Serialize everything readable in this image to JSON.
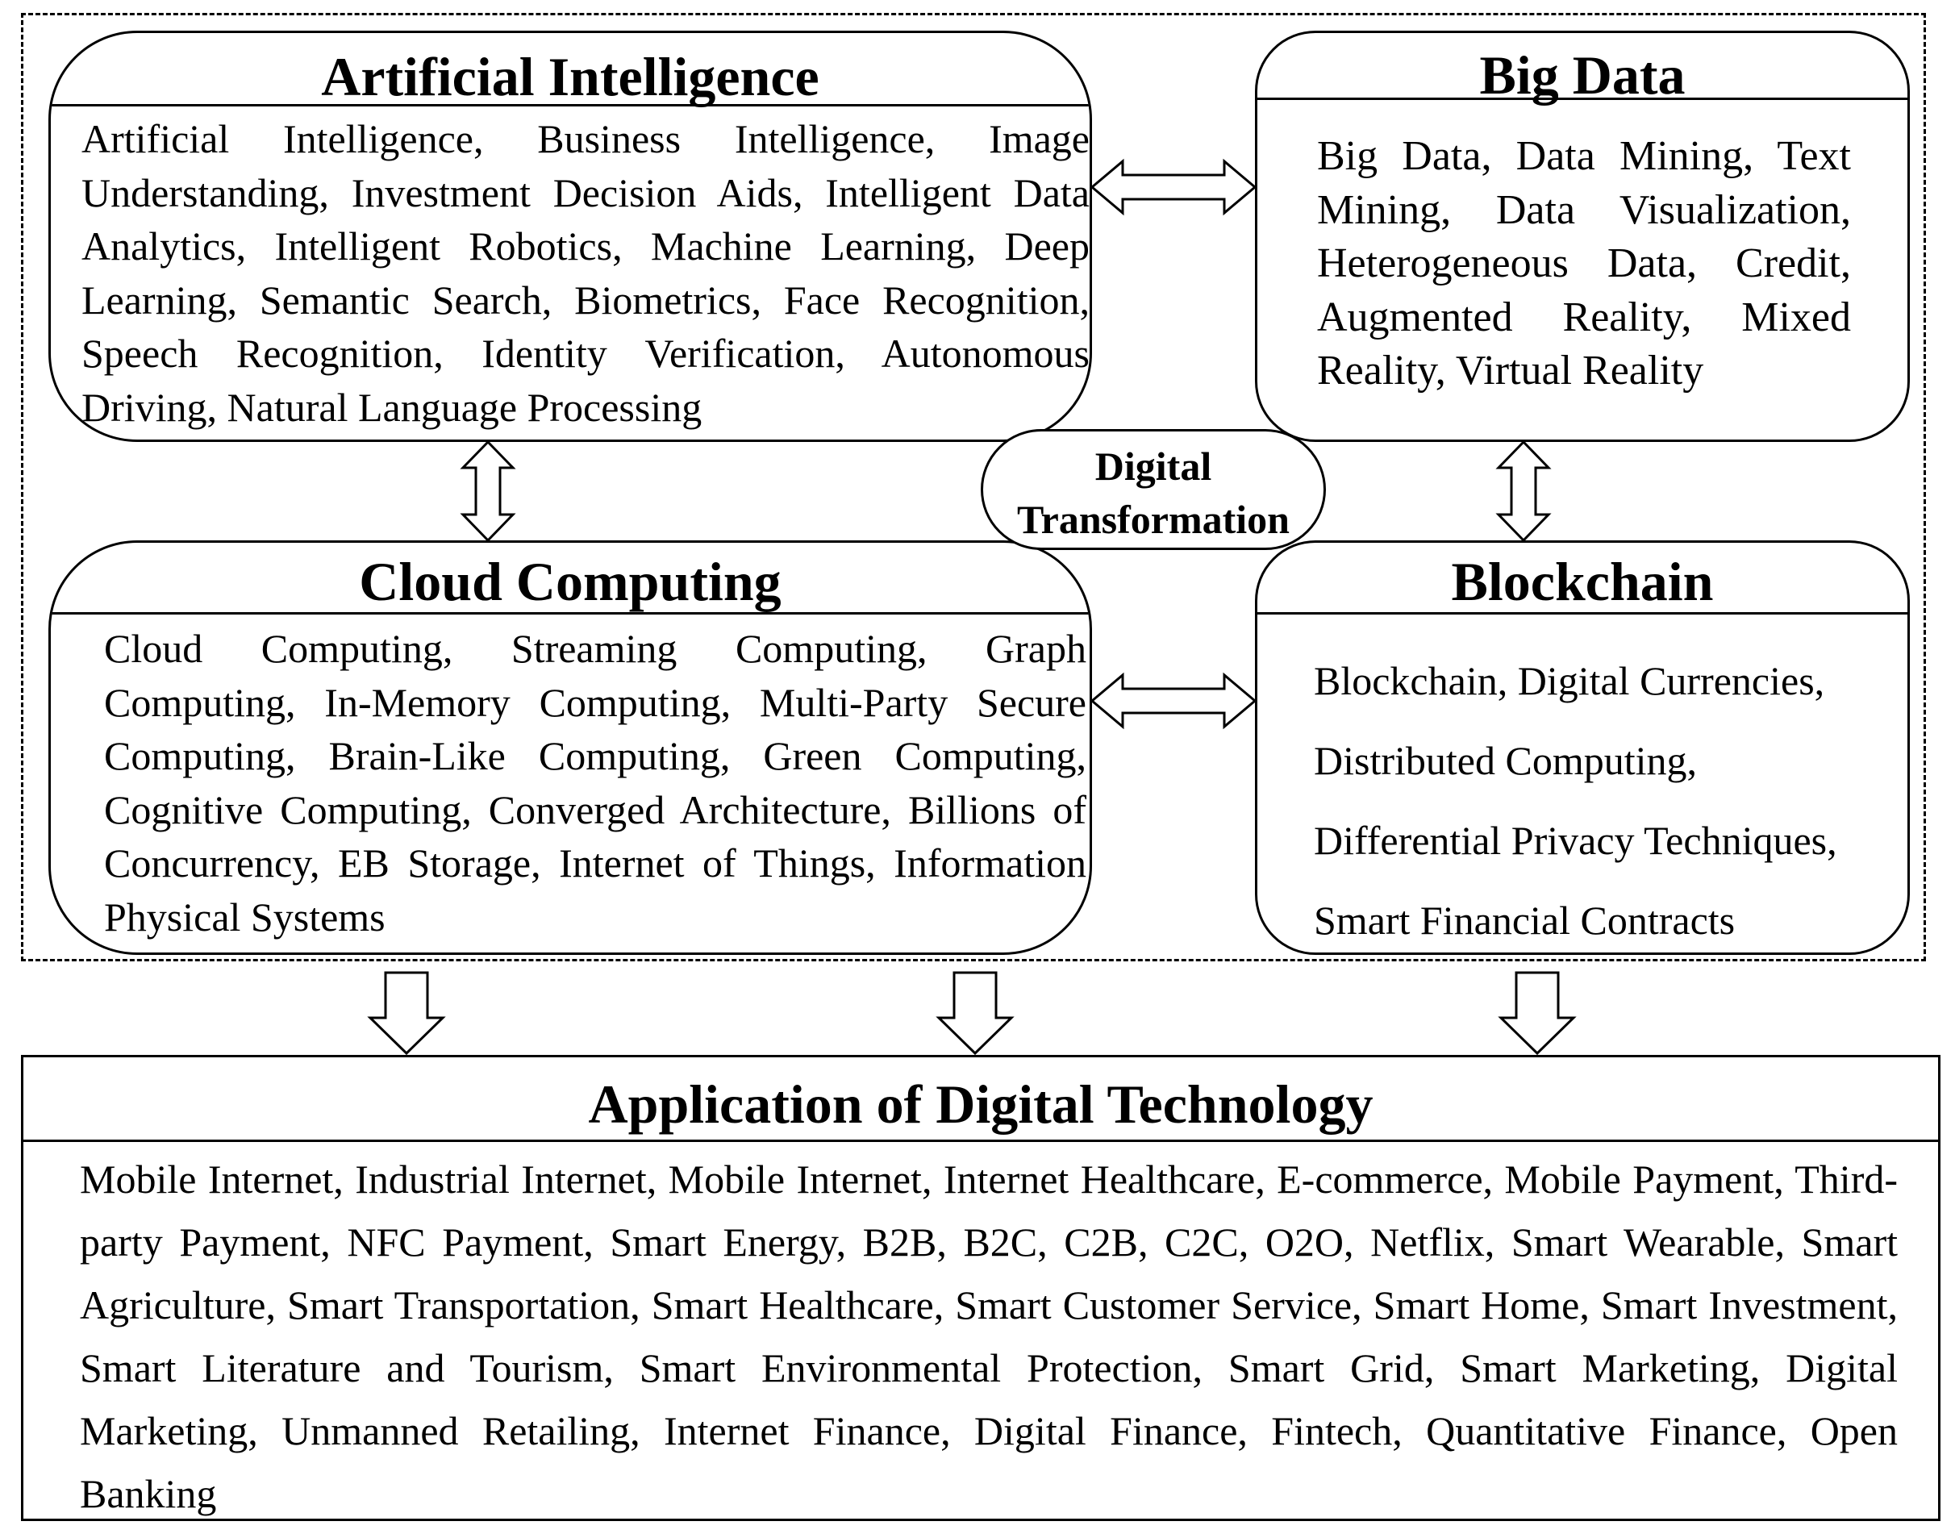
{
  "diagram": {
    "ai": {
      "title": "Artificial Intelligence",
      "body": "Artificial Intelligence, Business Intelligence, Image Understanding, Investment Decision Aids, Intelligent Data Analytics, Intelligent Robotics, Machine Learning, Deep Learning, Semantic Search, Biometrics, Face Recognition, Speech Recognition, Identity Verification, Autonomous Driving, Natural Language Processing"
    },
    "big_data": {
      "title": "Big Data",
      "body": "Big Data, Data Mining, Text Mining, Data Visualization, Heterogeneous Data, Credit, Augmented Reality, Mixed Reality, Virtual Reality"
    },
    "cloud": {
      "title": "Cloud Computing",
      "body": "Cloud Computing, Streaming Computing, Graph Computing, In-Memory Computing, Multi-Party Secure Computing, Brain-Like Computing, Green Computing, Cognitive Computing, Converged Architecture, Billions of Concurrency, EB Storage, Internet of Things, Information Physical Systems"
    },
    "blockchain": {
      "title": "Blockchain",
      "lines": [
        "Blockchain, Digital Currencies,",
        "Distributed Computing,",
        "Differential Privacy Techniques,",
        "Smart Financial Contracts"
      ]
    },
    "center": {
      "lines": [
        "Digital",
        "Transformation"
      ]
    },
    "application": {
      "title": "Application of Digital Technology",
      "body": "Mobile Internet, Industrial Internet, Mobile Internet, Internet Healthcare, E-commerce, Mobile Payment, Third-party Payment, NFC Payment, Smart Energy, B2B, B2C, C2B, C2C, O2O, Netflix, Smart Wearable, Smart Agriculture, Smart Transportation, Smart Healthcare, Smart Customer Service, Smart Home, Smart Investment, Smart Literature and Tourism, Smart Environmental Protection, Smart Grid, Smart Marketing, Digital Marketing, Unmanned Retailing, Internet Finance, Digital Finance, Fintech, Quantitative Finance, Open Banking"
    }
  }
}
